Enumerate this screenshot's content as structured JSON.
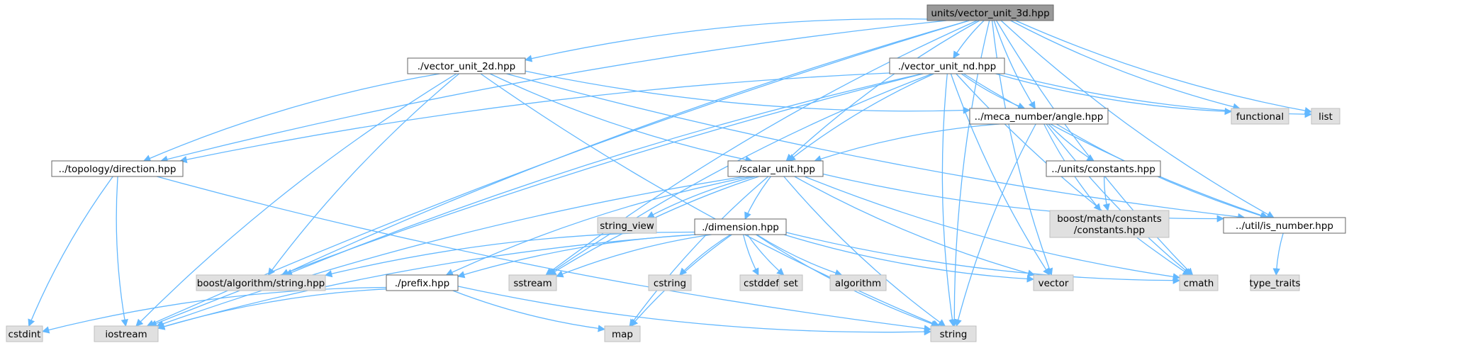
{
  "diagram": {
    "title_node": "units/vector_unit_3d.hpp",
    "colors": {
      "edge": "#63b8ff",
      "root_fill": "#999999",
      "local_fill": "#ffffff",
      "system_fill": "#e0e0e0",
      "border": "#666666"
    },
    "nodes": [
      {
        "id": "root",
        "label": "units/vector_unit_3d.hpp",
        "kind": "root"
      },
      {
        "id": "v2d",
        "label": "./vector_unit_2d.hpp",
        "kind": "local"
      },
      {
        "id": "vnd",
        "label": "./vector_unit_nd.hpp",
        "kind": "local"
      },
      {
        "id": "dir",
        "label": "../topology/direction.hpp",
        "kind": "local"
      },
      {
        "id": "angle",
        "label": "../meca_number/angle.hpp",
        "kind": "local"
      },
      {
        "id": "scalar",
        "label": "./scalar_unit.hpp",
        "kind": "local"
      },
      {
        "id": "consts",
        "label": "../units/constants.hpp",
        "kind": "local"
      },
      {
        "id": "dimension",
        "label": "./dimension.hpp",
        "kind": "local"
      },
      {
        "id": "isnum",
        "label": "../util/is_number.hpp",
        "kind": "local"
      },
      {
        "id": "prefix",
        "label": "./prefix.hpp",
        "kind": "local"
      },
      {
        "id": "functional",
        "label": "functional",
        "kind": "system"
      },
      {
        "id": "list",
        "label": "list",
        "kind": "system"
      },
      {
        "id": "string_view",
        "label": "string_view",
        "kind": "system"
      },
      {
        "id": "boostconst",
        "label": "boost/math/constants\n/constants.hpp",
        "kind": "system"
      },
      {
        "id": "boostalgo",
        "label": "boost/algorithm/string.hpp",
        "kind": "system"
      },
      {
        "id": "sstream",
        "label": "sstream",
        "kind": "system"
      },
      {
        "id": "cstring",
        "label": "cstring",
        "kind": "system"
      },
      {
        "id": "cstddef",
        "label": "cstddef",
        "kind": "system"
      },
      {
        "id": "set",
        "label": "set",
        "kind": "system"
      },
      {
        "id": "algorithm",
        "label": "algorithm",
        "kind": "system"
      },
      {
        "id": "vector",
        "label": "vector",
        "kind": "system"
      },
      {
        "id": "cmath",
        "label": "cmath",
        "kind": "system"
      },
      {
        "id": "type_traits",
        "label": "type_traits",
        "kind": "system"
      },
      {
        "id": "cstdint",
        "label": "cstdint",
        "kind": "system"
      },
      {
        "id": "iostream",
        "label": "iostream",
        "kind": "system"
      },
      {
        "id": "map",
        "label": "map",
        "kind": "system"
      },
      {
        "id": "string",
        "label": "string",
        "kind": "system"
      }
    ],
    "edges": [
      [
        "root",
        "v2d"
      ],
      [
        "root",
        "vnd"
      ],
      [
        "root",
        "dir"
      ],
      [
        "root",
        "angle"
      ],
      [
        "root",
        "scalar"
      ],
      [
        "root",
        "isnum"
      ],
      [
        "root",
        "functional"
      ],
      [
        "root",
        "list"
      ],
      [
        "root",
        "boostalgo"
      ],
      [
        "root",
        "sstream"
      ],
      [
        "root",
        "iostream"
      ],
      [
        "root",
        "vector"
      ],
      [
        "root",
        "cmath"
      ],
      [
        "root",
        "string"
      ],
      [
        "v2d",
        "dir"
      ],
      [
        "v2d",
        "angle"
      ],
      [
        "v2d",
        "scalar"
      ],
      [
        "v2d",
        "isnum"
      ],
      [
        "v2d",
        "boostalgo"
      ],
      [
        "v2d",
        "iostream"
      ],
      [
        "v2d",
        "string"
      ],
      [
        "vnd",
        "dir"
      ],
      [
        "vnd",
        "angle"
      ],
      [
        "vnd",
        "scalar"
      ],
      [
        "vnd",
        "isnum"
      ],
      [
        "vnd",
        "functional"
      ],
      [
        "vnd",
        "list"
      ],
      [
        "vnd",
        "boostalgo"
      ],
      [
        "vnd",
        "sstream"
      ],
      [
        "vnd",
        "iostream"
      ],
      [
        "vnd",
        "vector"
      ],
      [
        "vnd",
        "cmath"
      ],
      [
        "vnd",
        "string"
      ],
      [
        "dir",
        "cstdint"
      ],
      [
        "dir",
        "iostream"
      ],
      [
        "dir",
        "string"
      ],
      [
        "angle",
        "scalar"
      ],
      [
        "angle",
        "consts"
      ],
      [
        "angle",
        "isnum"
      ],
      [
        "angle",
        "boostconst"
      ],
      [
        "angle",
        "cmath"
      ],
      [
        "angle",
        "string"
      ],
      [
        "consts",
        "boostconst"
      ],
      [
        "scalar",
        "dimension"
      ],
      [
        "scalar",
        "prefix"
      ],
      [
        "scalar",
        "isnum"
      ],
      [
        "scalar",
        "string_view"
      ],
      [
        "scalar",
        "sstream"
      ],
      [
        "scalar",
        "iostream"
      ],
      [
        "scalar",
        "vector"
      ],
      [
        "scalar",
        "cmath"
      ],
      [
        "scalar",
        "map"
      ],
      [
        "scalar",
        "string"
      ],
      [
        "dimension",
        "prefix"
      ],
      [
        "dimension",
        "boostalgo"
      ],
      [
        "dimension",
        "sstream"
      ],
      [
        "dimension",
        "cstring"
      ],
      [
        "dimension",
        "cstddef"
      ],
      [
        "dimension",
        "set"
      ],
      [
        "dimension",
        "algorithm"
      ],
      [
        "dimension",
        "vector"
      ],
      [
        "dimension",
        "cmath"
      ],
      [
        "dimension",
        "iostream"
      ],
      [
        "dimension",
        "map"
      ],
      [
        "dimension",
        "string"
      ],
      [
        "prefix",
        "cstdint"
      ],
      [
        "prefix",
        "iostream"
      ],
      [
        "prefix",
        "map"
      ],
      [
        "prefix",
        "string"
      ],
      [
        "isnum",
        "type_traits"
      ]
    ]
  }
}
